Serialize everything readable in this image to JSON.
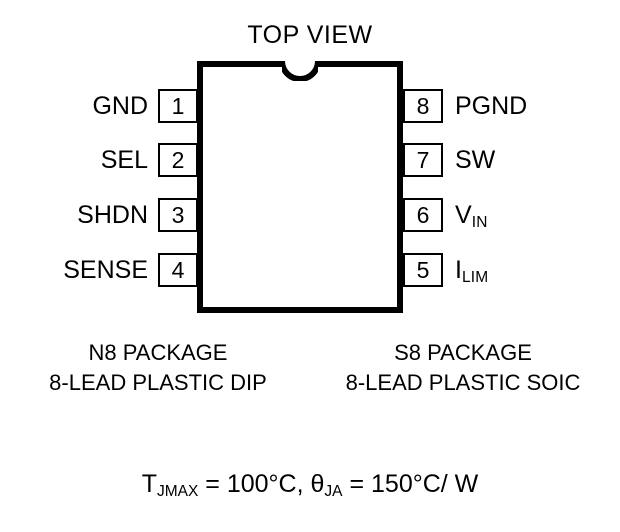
{
  "diagram": {
    "title": "TOP VIEW",
    "package_body": {
      "notch_icon": "half-circle-notch"
    },
    "pins_left": [
      {
        "number": "1",
        "label": "GND",
        "sub": ""
      },
      {
        "number": "2",
        "label": "SEL",
        "sub": ""
      },
      {
        "number": "3",
        "label": "SHDN",
        "sub": ""
      },
      {
        "number": "4",
        "label": "SENSE",
        "sub": ""
      }
    ],
    "pins_right": [
      {
        "number": "8",
        "label": "PGND",
        "sub": ""
      },
      {
        "number": "7",
        "label": "SW",
        "sub": ""
      },
      {
        "number": "6",
        "label": "V",
        "sub": "IN"
      },
      {
        "number": "5",
        "label": "I",
        "sub": "LIM"
      }
    ],
    "captions": {
      "left": {
        "line1": "N8 PACKAGE",
        "line2": "8-LEAD PLASTIC DIP"
      },
      "right": {
        "line1": "S8 PACKAGE",
        "line2": "8-LEAD PLASTIC SOIC"
      }
    },
    "thermal": {
      "t_symbol": "T",
      "t_sub": "JMAX",
      "t_value": " = 100°C, ",
      "theta_symbol": "θ",
      "theta_sub": "JA",
      "theta_value": " = 150°C/ W"
    },
    "colors": {
      "ink": "#000000",
      "background": "#ffffff"
    }
  }
}
